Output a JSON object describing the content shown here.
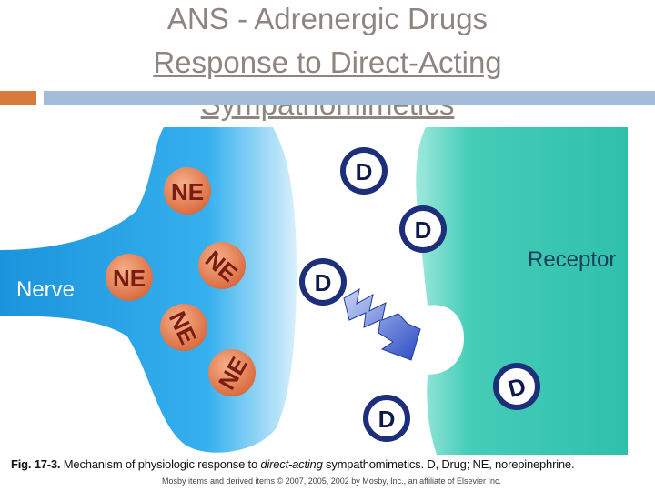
{
  "slide": {
    "title_line1": "ANS - Adrenergic Drugs",
    "title_line2": "Response to Direct-Acting",
    "title_line3": "Sympathomimetics"
  },
  "diagram": {
    "nerve_label": "Nerve",
    "receptor_label": "Receptor",
    "ne_label": "NE",
    "drug_label": "D"
  },
  "caption": {
    "fig_number": "Fig. 17-3.",
    "text_a": "Mechanism of physiologic response to",
    "text_italic": "direct-acting",
    "text_b": "sympathomimetics.",
    "legend": "D, Drug; NE, norepinephrine.",
    "credit": "Mosby items and derived items © 2007, 2005, 2002 by Mosby, Inc., an affiliate of Elsevier Inc."
  },
  "colors": {
    "title_gray": "#8f8580",
    "accent_orange": "#d87a3e",
    "accent_blue": "#a4bdd9",
    "nerve_blue": "#2aa6e8",
    "receptor_teal": "#3cc9b5",
    "ne_orange": "#e8804f",
    "drug_ring": "#1d2f7a"
  }
}
